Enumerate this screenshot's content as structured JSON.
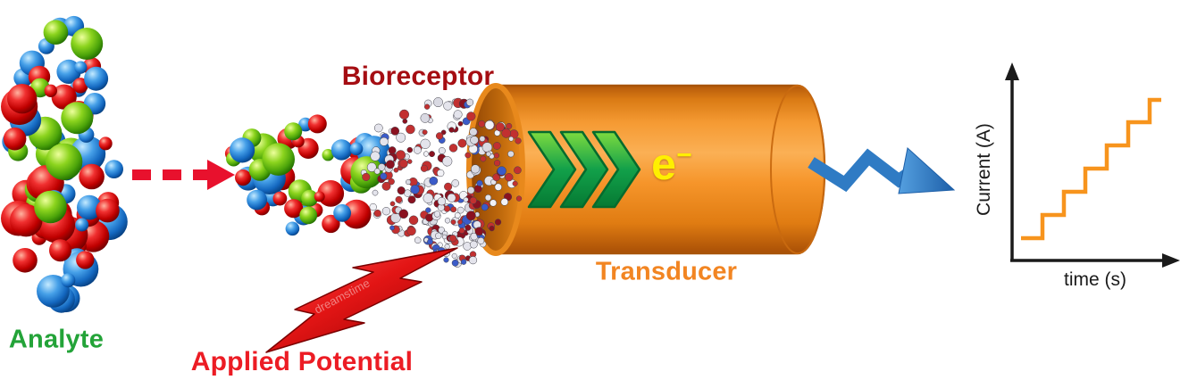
{
  "labels": {
    "analyte": "Analyte",
    "bioreceptor": "Bioreceptor",
    "transducer": "Transducer",
    "applied_potential": "Applied Potential",
    "electron_base": "e",
    "electron_sup": "−"
  },
  "watermark": "dreamstime",
  "inset_chart": {
    "type": "line",
    "shape": "staircase-increasing",
    "ylabel": "Current (A)",
    "xlabel": "time (s)",
    "color": "#f7941d",
    "steps": 6,
    "axes_color": "#1a1a1a",
    "x": [
      0,
      1,
      1,
      2,
      2,
      3,
      3,
      4,
      4,
      5,
      5,
      6,
      6,
      7
    ],
    "y": [
      1,
      1,
      2,
      2,
      3,
      3,
      4,
      4,
      5,
      5,
      6,
      6,
      7,
      7
    ]
  },
  "colors": {
    "analyte_label": "#23a338",
    "bioreceptor_label": "#a50d12",
    "transducer_label": "#f28522",
    "applied_potential_label": "#ec1c24",
    "electron": "#ffef00",
    "cylinder": "#f7941d",
    "chevron": "#12a04a",
    "dashed_arrow": "#e8112d",
    "lightning_bolt": "#d60000",
    "signal_arrow": "#2f7bc4",
    "sphere_red": "#c00000",
    "sphere_green": "#58b414",
    "sphere_blue": "#1f7ac8"
  }
}
